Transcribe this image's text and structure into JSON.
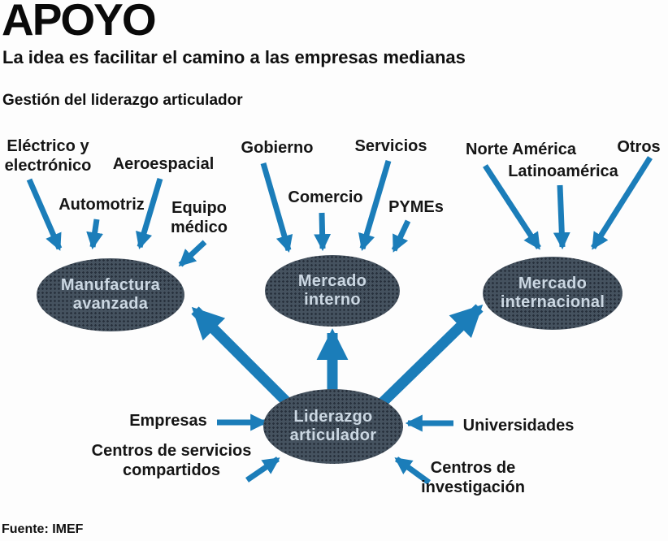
{
  "header": {
    "title": "APOYO",
    "subtitle": "La idea es facilitar el camino a las empresas medianas",
    "section_title": "Gestión del liderazgo articulador"
  },
  "source": "Fuente: IMEF",
  "colors": {
    "arrow_blue": "#1b7db9",
    "node_fill": "#45525f",
    "node_texture_dot": "#27303c",
    "node_text": "#cbd7e2",
    "label_text": "#161616",
    "background": "#fdfdfd"
  },
  "nodes": {
    "manufactura": {
      "line1": "Manufactura",
      "line2": "avanzada"
    },
    "mercado_interno": {
      "line1": "Mercado",
      "line2": "interno"
    },
    "mercado_internacional": {
      "line1": "Mercado",
      "line2": "internacional"
    },
    "liderazgo": {
      "line1": "Liderazgo",
      "line2": "articulador"
    }
  },
  "labels": {
    "electrico": {
      "line1": "Eléctrico y",
      "line2": "electrónico"
    },
    "aeroespacial": {
      "line1": "Aeroespacial"
    },
    "automotriz": {
      "line1": "Automotriz"
    },
    "equipo_medico": {
      "line1": "Equipo",
      "line2": "médico"
    },
    "gobierno": {
      "line1": "Gobierno"
    },
    "comercio": {
      "line1": "Comercio"
    },
    "servicios": {
      "line1": "Servicios"
    },
    "pymes": {
      "line1": "PYMEs"
    },
    "norte_america": {
      "line1": "Norte América"
    },
    "latinoamerica": {
      "line1": "Latinoamérica"
    },
    "otros": {
      "line1": "Otros"
    },
    "empresas": {
      "line1": "Empresas"
    },
    "centros_servicios": {
      "line1": "Centros de servicios",
      "line2": "compartidos"
    },
    "universidades": {
      "line1": "Universidades"
    },
    "centros_investigacion": {
      "line1": "Centros de",
      "line2": "investigación"
    }
  }
}
